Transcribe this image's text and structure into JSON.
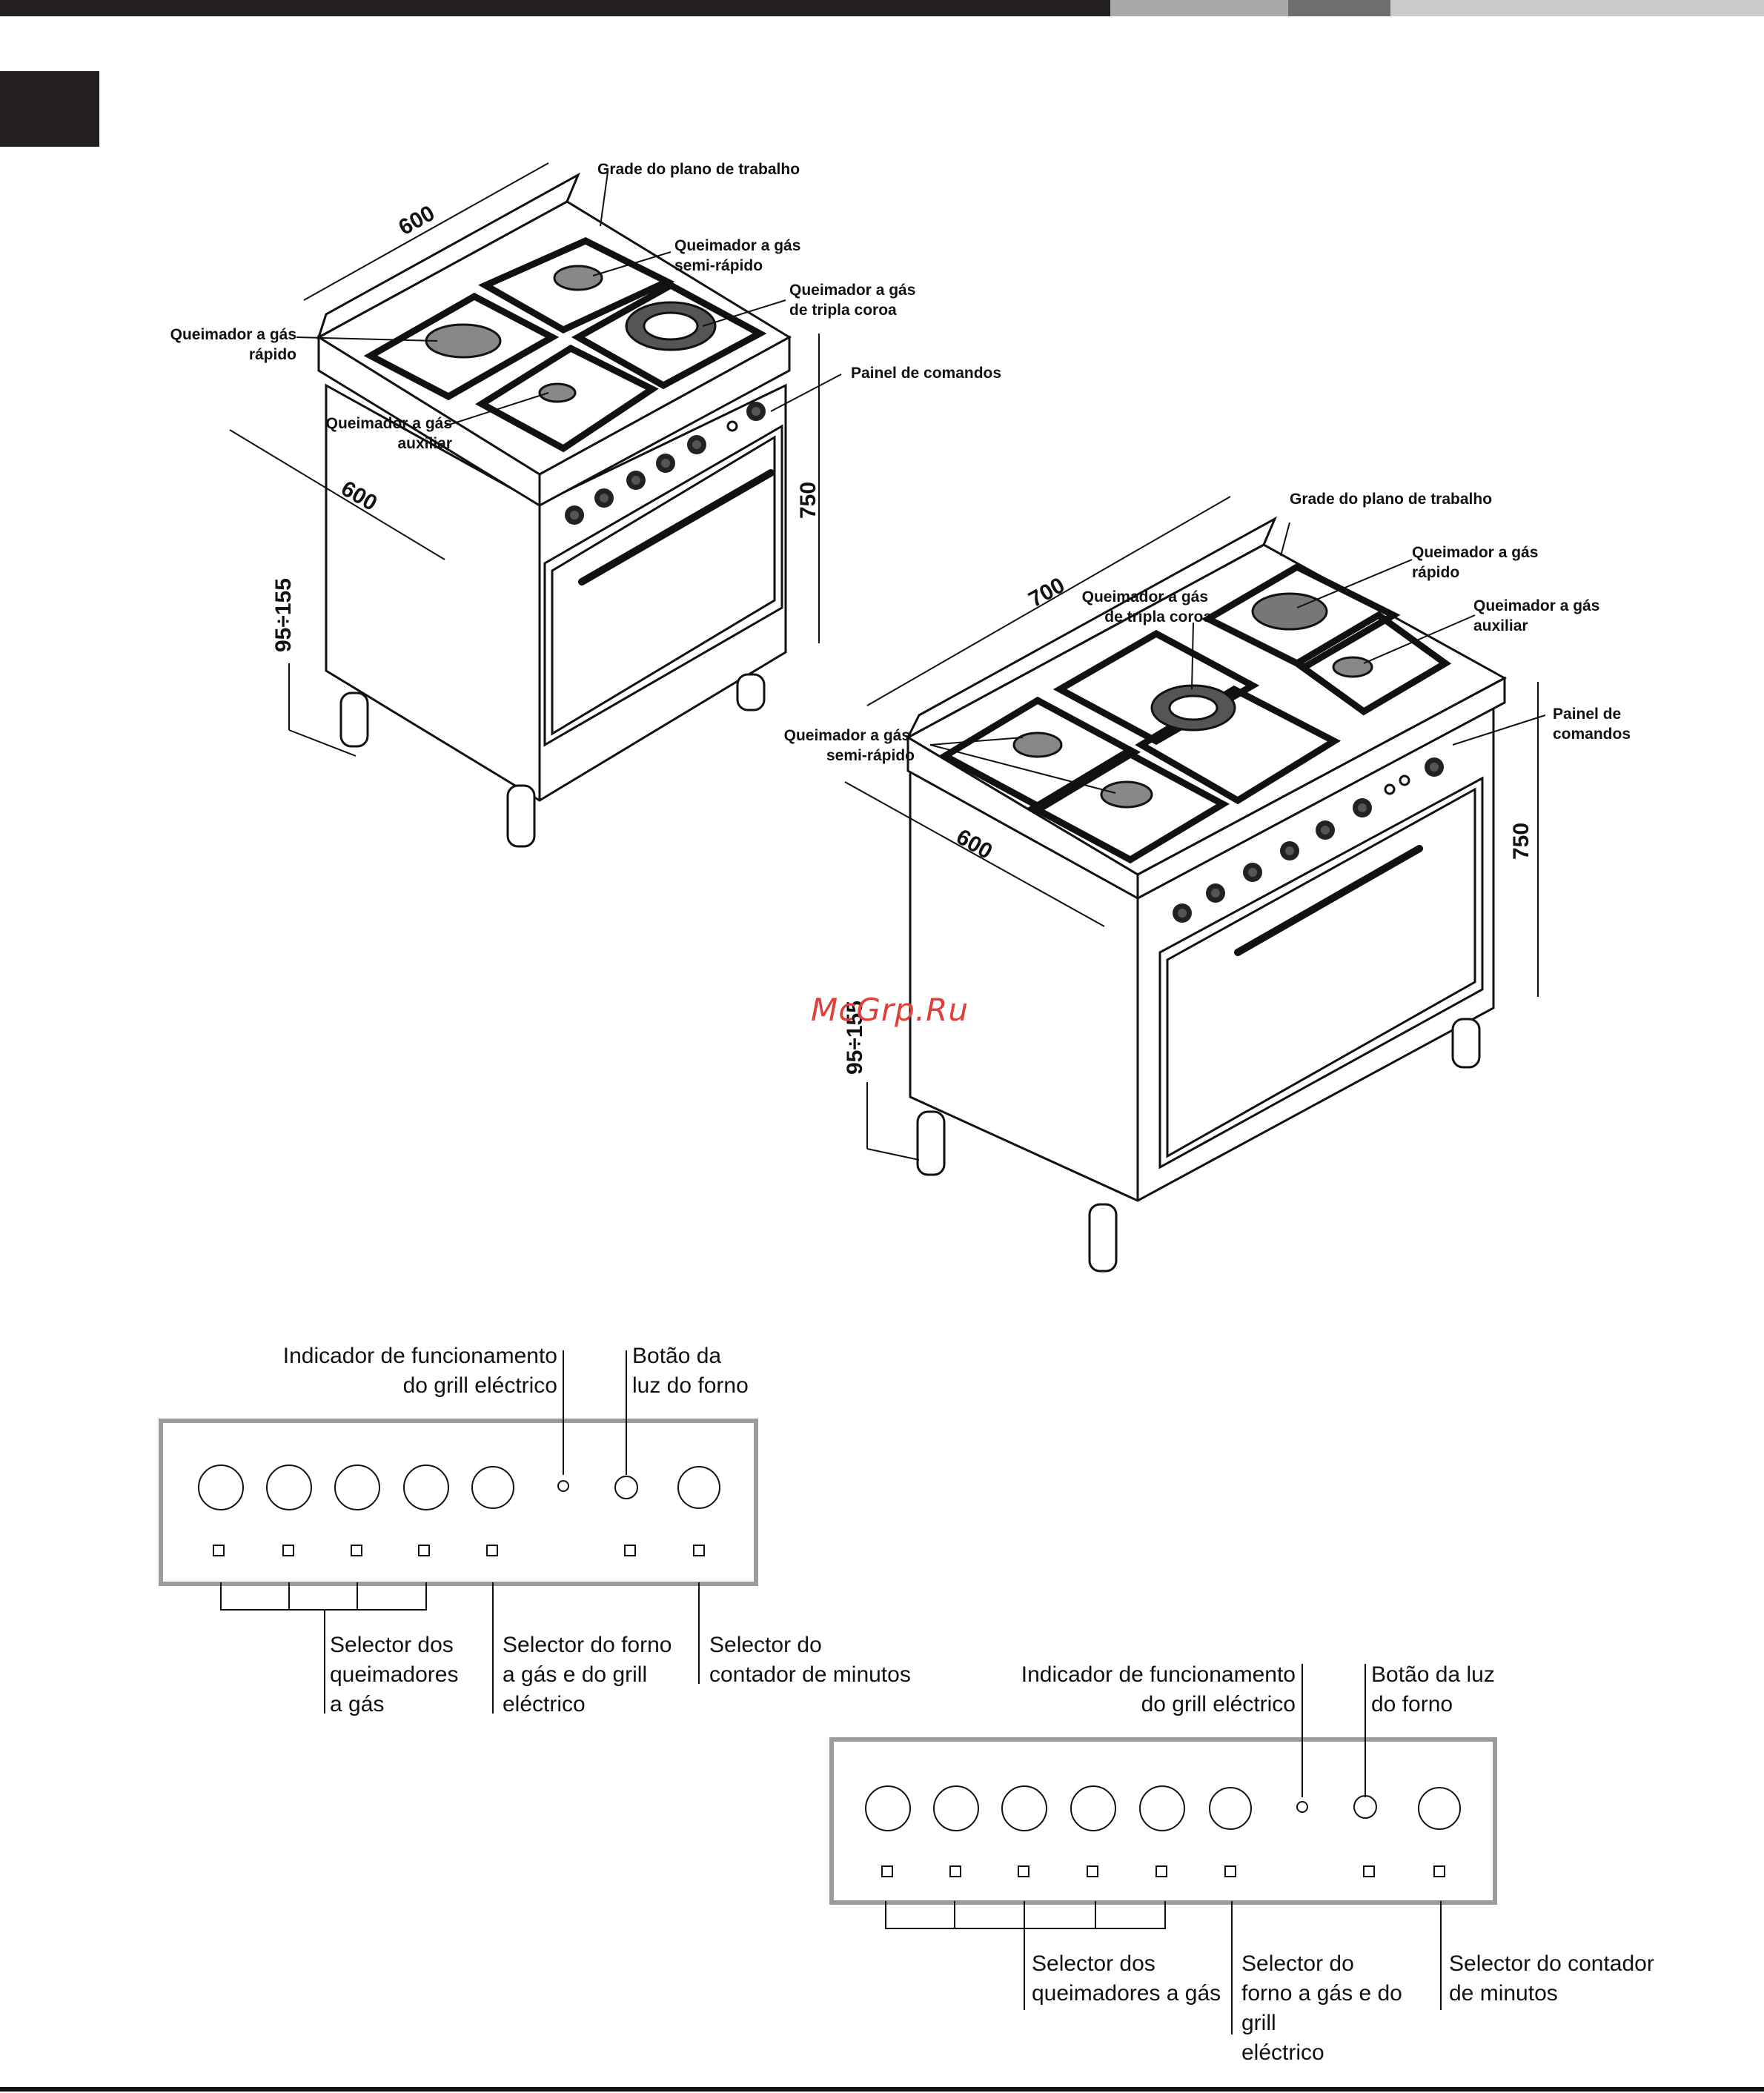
{
  "document": {
    "watermark": "McGrp.Ru"
  },
  "cooker_600": {
    "dim_width": "600",
    "dim_depth": "600",
    "dim_height": "750",
    "dim_feet": "95÷155",
    "labels": {
      "grid": "Grade do plano de trabalho",
      "semi_rapid_1": "Queimador a gás",
      "semi_rapid_2": "semi-rápido",
      "triple_1": "Queimador a gás",
      "triple_2": "de tripla coroa",
      "rapid_1": "Queimador a gás",
      "rapid_2": "rápido",
      "panel": "Painel de comandos",
      "aux_1": "Queimador a gás",
      "aux_2": "auxiliar"
    }
  },
  "cooker_900": {
    "dim_width": "700",
    "dim_depth": "600",
    "dim_height": "750",
    "dim_feet": "95÷155",
    "labels": {
      "grid": "Grade do plano de trabalho",
      "rapid_1": "Queimador a gás",
      "rapid_2": "rápido",
      "triple_1": "Queimador a gás",
      "triple_2": "de tripla coroa",
      "aux_1": "Queimador a gás",
      "aux_2": "auxiliar",
      "panel_1": "Painel de",
      "panel_2": "comandos",
      "semi_1": "Queimador a gás",
      "semi_2": "semi-rápido"
    }
  },
  "panel_4": {
    "indicator_1": "Indicador de funcionamento",
    "indicator_2": "do grill eléctrico",
    "light_1": "Botão da",
    "light_2": "luz do forno",
    "burners_1": "Selector dos",
    "burners_2": "queimadores",
    "burners_3": "a gás",
    "oven_1": "Selector do forno",
    "oven_2": "a gás e do grill",
    "oven_3": "eléctrico",
    "timer_1": "Selector do",
    "timer_2": "contador de minutos"
  },
  "panel_5": {
    "indicator_1": "Indicador de funcionamento",
    "indicator_2": "do grill eléctrico",
    "light_1": "Botão da luz",
    "light_2": "do forno",
    "burners_1": "Selector dos",
    "burners_2": "queimadores a gás",
    "oven_1": "Selector do",
    "oven_2": "forno a gás e do grill",
    "oven_3": "eléctrico",
    "timer_1": "Selector do contador",
    "timer_2": "de minutos"
  }
}
